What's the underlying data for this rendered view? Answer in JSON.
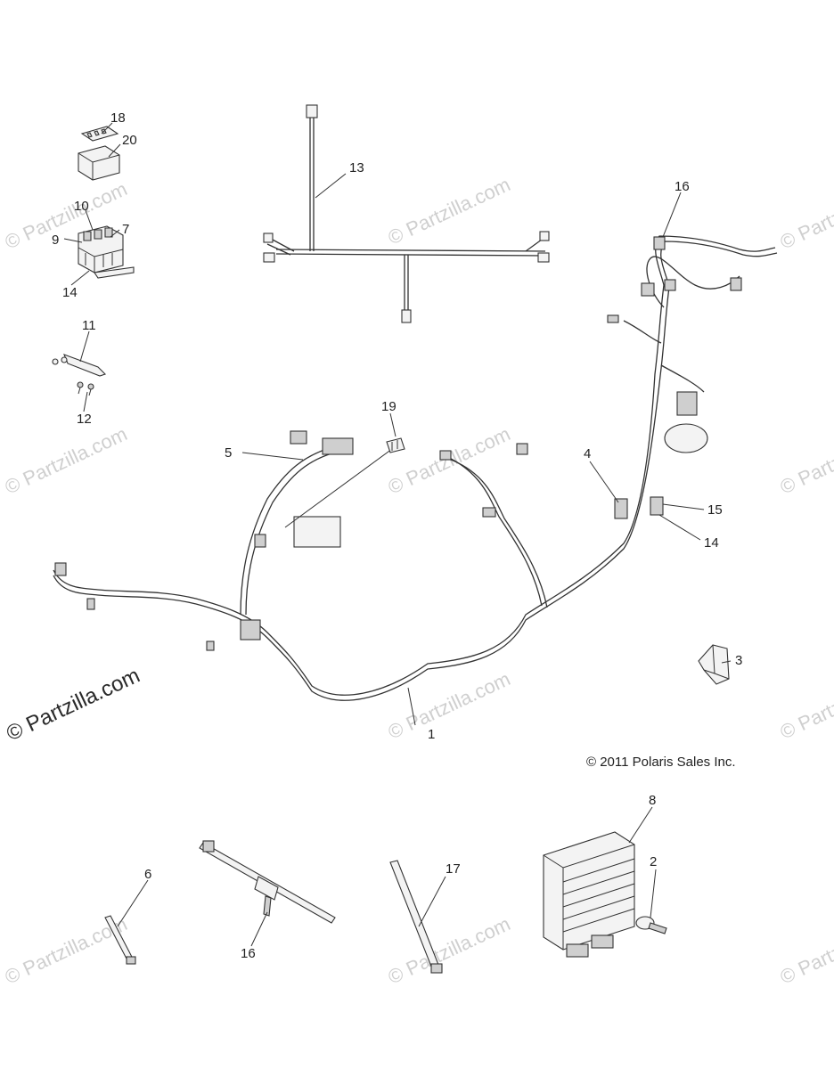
{
  "labels": {
    "l1": "1",
    "l2": "2",
    "l3": "3",
    "l4": "4",
    "l5": "5",
    "l6": "6",
    "l7": "7",
    "l8": "8",
    "l9": "9",
    "l10": "10",
    "l11": "11",
    "l12": "12",
    "l13": "13",
    "l14a": "14",
    "l14b": "14",
    "l15": "15",
    "l16a": "16",
    "l16b": "16",
    "l17": "17",
    "l18": "18",
    "l19": "19",
    "l20": "20"
  },
  "copyright": "© 2011 Polaris Sales Inc.",
  "watermark": "© Partzilla.com"
}
